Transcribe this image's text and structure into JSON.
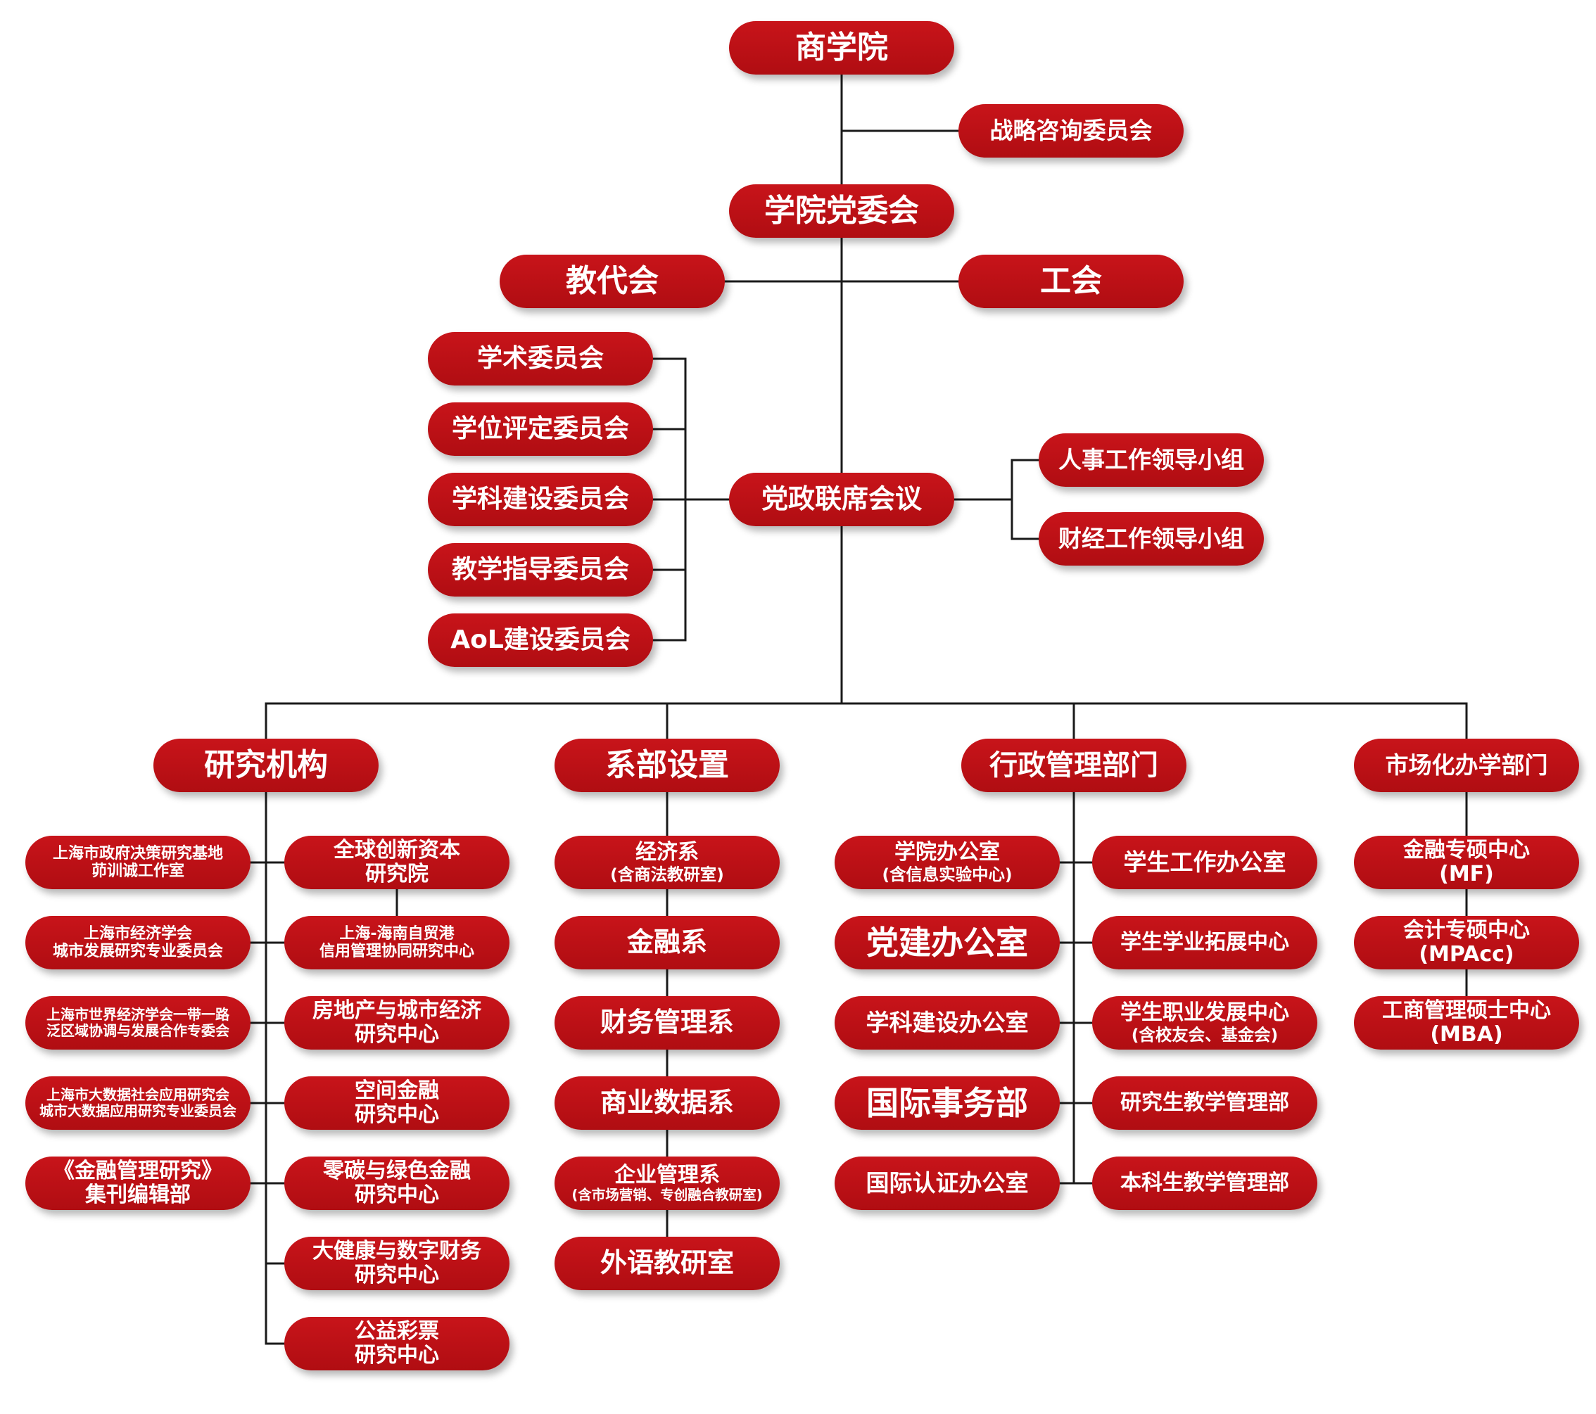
{
  "colors": {
    "node_fill": "#c0111a",
    "text": "#ffffff",
    "connector": "#1a1a1a",
    "background": "#ffffff"
  },
  "top": {
    "school": "商学院",
    "advisory": "战略咨询委员会",
    "party": "学院党委会",
    "staff_congress": "教代会",
    "union": "工会",
    "joint_meeting": "党政联席会议"
  },
  "committees": [
    "学术委员会",
    "学位评定委员会",
    "学科建设委员会",
    "教学指导委员会",
    "AoL建设委员会"
  ],
  "groups": [
    "人事工作领导小组",
    "财经工作领导小组"
  ],
  "research": {
    "title": "研究机构",
    "left": [
      [
        "上海市政府决策研究基地",
        "茆训诚工作室"
      ],
      [
        "上海市经济学会",
        "城市发展研究专业委员会"
      ],
      [
        "上海市世界经济学会一带一路",
        "泛区域协调与发展合作专委会"
      ],
      [
        "上海市大数据社会应用研究会",
        "城市大数据应用研究专业委员会"
      ],
      [
        "《金融管理研究》",
        "集刊编辑部"
      ]
    ],
    "right": [
      [
        "全球创新资本",
        "研究院"
      ],
      [
        "上海-海南自贸港",
        "信用管理协同研究中心"
      ],
      [
        "房地产与城市经济",
        "研究中心"
      ],
      [
        "空间金融",
        "研究中心"
      ],
      [
        "零碳与绿色金融",
        "研究中心"
      ],
      [
        "大健康与数字财务",
        "研究中心"
      ],
      [
        "公益彩票",
        "研究中心"
      ]
    ]
  },
  "departments": {
    "title": "系部设置",
    "items": [
      [
        "经济系",
        "(含商法教研室)"
      ],
      [
        "金融系"
      ],
      [
        "财务管理系"
      ],
      [
        "商业数据系"
      ],
      [
        "企业管理系",
        "(含市场营销、专创融合教研室)"
      ],
      [
        "外语教研室"
      ]
    ]
  },
  "admin": {
    "title": "行政管理部门",
    "left": [
      [
        "学院办公室",
        "(含信息实验中心)"
      ],
      [
        "党建办公室"
      ],
      [
        "学科建设办公室"
      ],
      [
        "国际事务部"
      ],
      [
        "国际认证办公室"
      ]
    ],
    "right": [
      [
        "学生工作办公室"
      ],
      [
        "学生学业拓展中心"
      ],
      [
        "学生职业发展中心",
        "(含校友会、基金会)"
      ],
      [
        "研究生教学管理部"
      ],
      [
        "本科生教学管理部"
      ]
    ]
  },
  "market": {
    "title": "市场化办学部门",
    "items": [
      [
        "金融专硕中心",
        "(MF)"
      ],
      [
        "会计专硕中心",
        "(MPAcc)"
      ],
      [
        "工商管理硕士中心",
        "(MBA)"
      ]
    ]
  }
}
